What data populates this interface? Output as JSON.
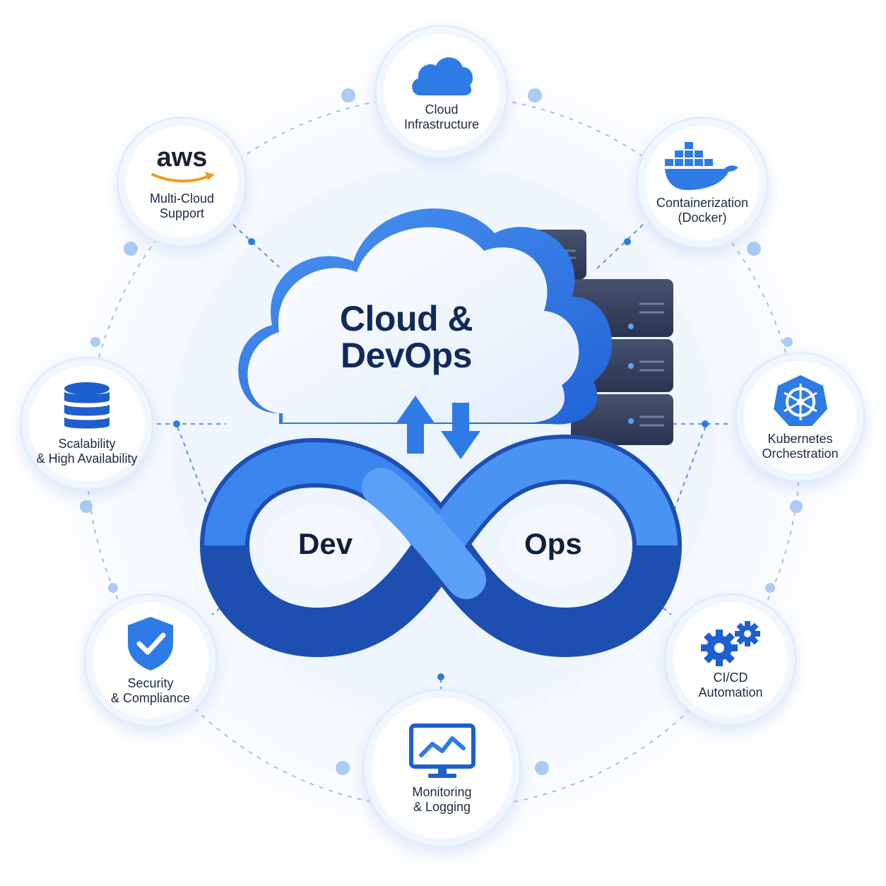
{
  "hub": {
    "title_line1": "Cloud &",
    "title_line2": "DevOps",
    "infinity_left": "Dev",
    "infinity_right": "Ops"
  },
  "nodes": [
    {
      "id": "cloud",
      "icon": "cloud-icon",
      "label_lines": [
        "Cloud",
        "Infrastructure"
      ]
    },
    {
      "id": "docker",
      "icon": "docker-whale-icon",
      "label_lines": [
        "Containerization",
        "(Docker)"
      ]
    },
    {
      "id": "kubernetes",
      "icon": "kubernetes-helm-icon",
      "label_lines": [
        "Kubernetes",
        "Orchestration"
      ]
    },
    {
      "id": "cicd",
      "icon": "gears-icon",
      "label_lines": [
        "CI/CD",
        "Automation"
      ]
    },
    {
      "id": "monitoring",
      "icon": "monitor-chart-icon",
      "label_lines": [
        "Monitoring",
        "& Logging"
      ]
    },
    {
      "id": "security",
      "icon": "shield-check-icon",
      "label_lines": [
        "Security",
        "& Compliance"
      ]
    },
    {
      "id": "scalability",
      "icon": "database-icon",
      "label_lines": [
        "Scalability",
        "& High Availability"
      ]
    },
    {
      "id": "multicloud",
      "icon": "aws-logo",
      "logo_text": "aws",
      "label_lines": [
        "Multi-Cloud",
        "Support"
      ]
    }
  ],
  "colors": {
    "primary_blue": "#2f7be6",
    "dark_blue": "#1a4aa8",
    "light_blue": "#5ea2f5",
    "navy_text": "#112a5c",
    "server_gray": "#353f5c",
    "aws_orange": "#f29b1d"
  }
}
